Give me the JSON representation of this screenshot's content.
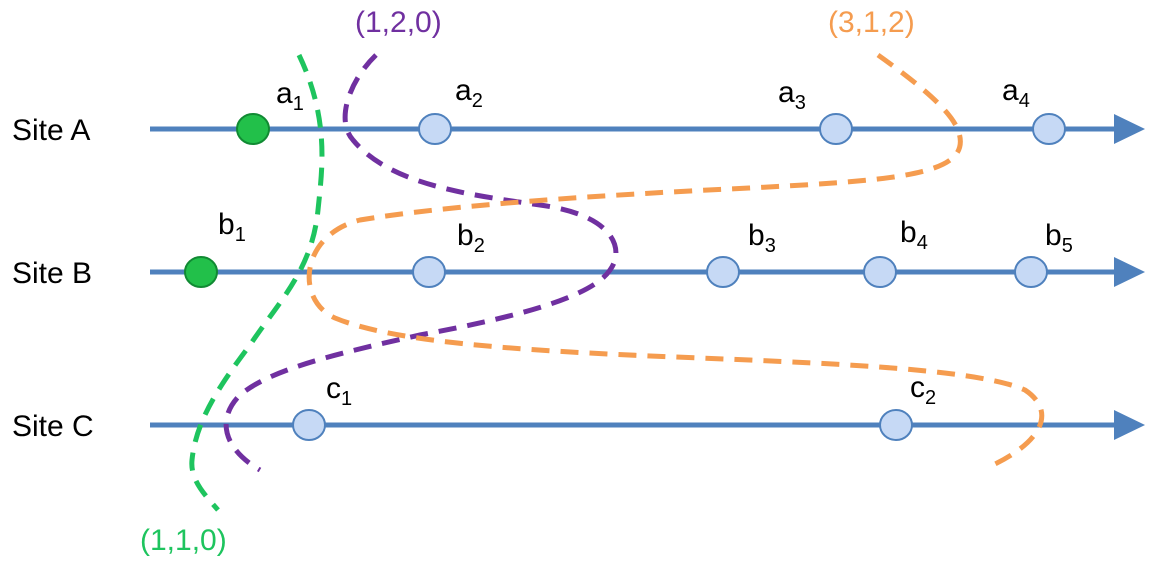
{
  "colors": {
    "timeline": "#4f81bd",
    "event_fill": "#c6d9f5",
    "event_stroke": "#4f81bd",
    "event_highlight_fill": "#22c04a",
    "event_highlight_stroke": "#118a33",
    "cut_green": "#1ec45e",
    "cut_purple": "#7030a0",
    "cut_orange": "#f59c4f"
  },
  "sites": [
    {
      "label": "Site A",
      "events": [
        {
          "name": "a",
          "sub": "1",
          "highlighted": true
        },
        {
          "name": "a",
          "sub": "2",
          "highlighted": false
        },
        {
          "name": "a",
          "sub": "3",
          "highlighted": false
        },
        {
          "name": "a",
          "sub": "4",
          "highlighted": false
        }
      ]
    },
    {
      "label": "Site B",
      "events": [
        {
          "name": "b",
          "sub": "1",
          "highlighted": true
        },
        {
          "name": "b",
          "sub": "2",
          "highlighted": false
        },
        {
          "name": "b",
          "sub": "3",
          "highlighted": false
        },
        {
          "name": "b",
          "sub": "4",
          "highlighted": false
        },
        {
          "name": "b",
          "sub": "5",
          "highlighted": false
        }
      ]
    },
    {
      "label": "Site C",
      "events": [
        {
          "name": "c",
          "sub": "1",
          "highlighted": false
        },
        {
          "name": "c",
          "sub": "2",
          "highlighted": false
        }
      ]
    }
  ],
  "cuts": [
    {
      "label": "(1,1,0)",
      "color": "cut_green"
    },
    {
      "label": "(1,2,0)",
      "color": "cut_purple"
    },
    {
      "label": "(3,1,2)",
      "color": "cut_orange"
    }
  ]
}
